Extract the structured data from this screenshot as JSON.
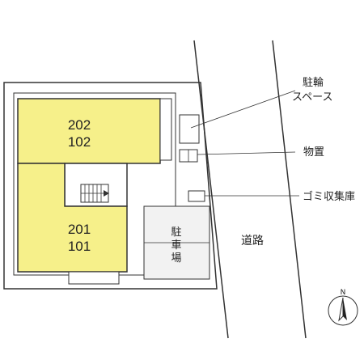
{
  "units": {
    "upper_top": "202",
    "upper_bottom": "102",
    "lower_top": "201",
    "lower_bottom": "101"
  },
  "parking": [
    "駐",
    "車",
    "場"
  ],
  "road": "道路",
  "callouts": {
    "bike_line1": "駐輪",
    "bike_line2": "スペース",
    "storage": "物置",
    "garbage": "ゴミ収集庫"
  },
  "compass": "N",
  "colors": {
    "building_fill": "#f6f08a",
    "outline": "#333333",
    "parking_fill": "#f2f2f2"
  }
}
